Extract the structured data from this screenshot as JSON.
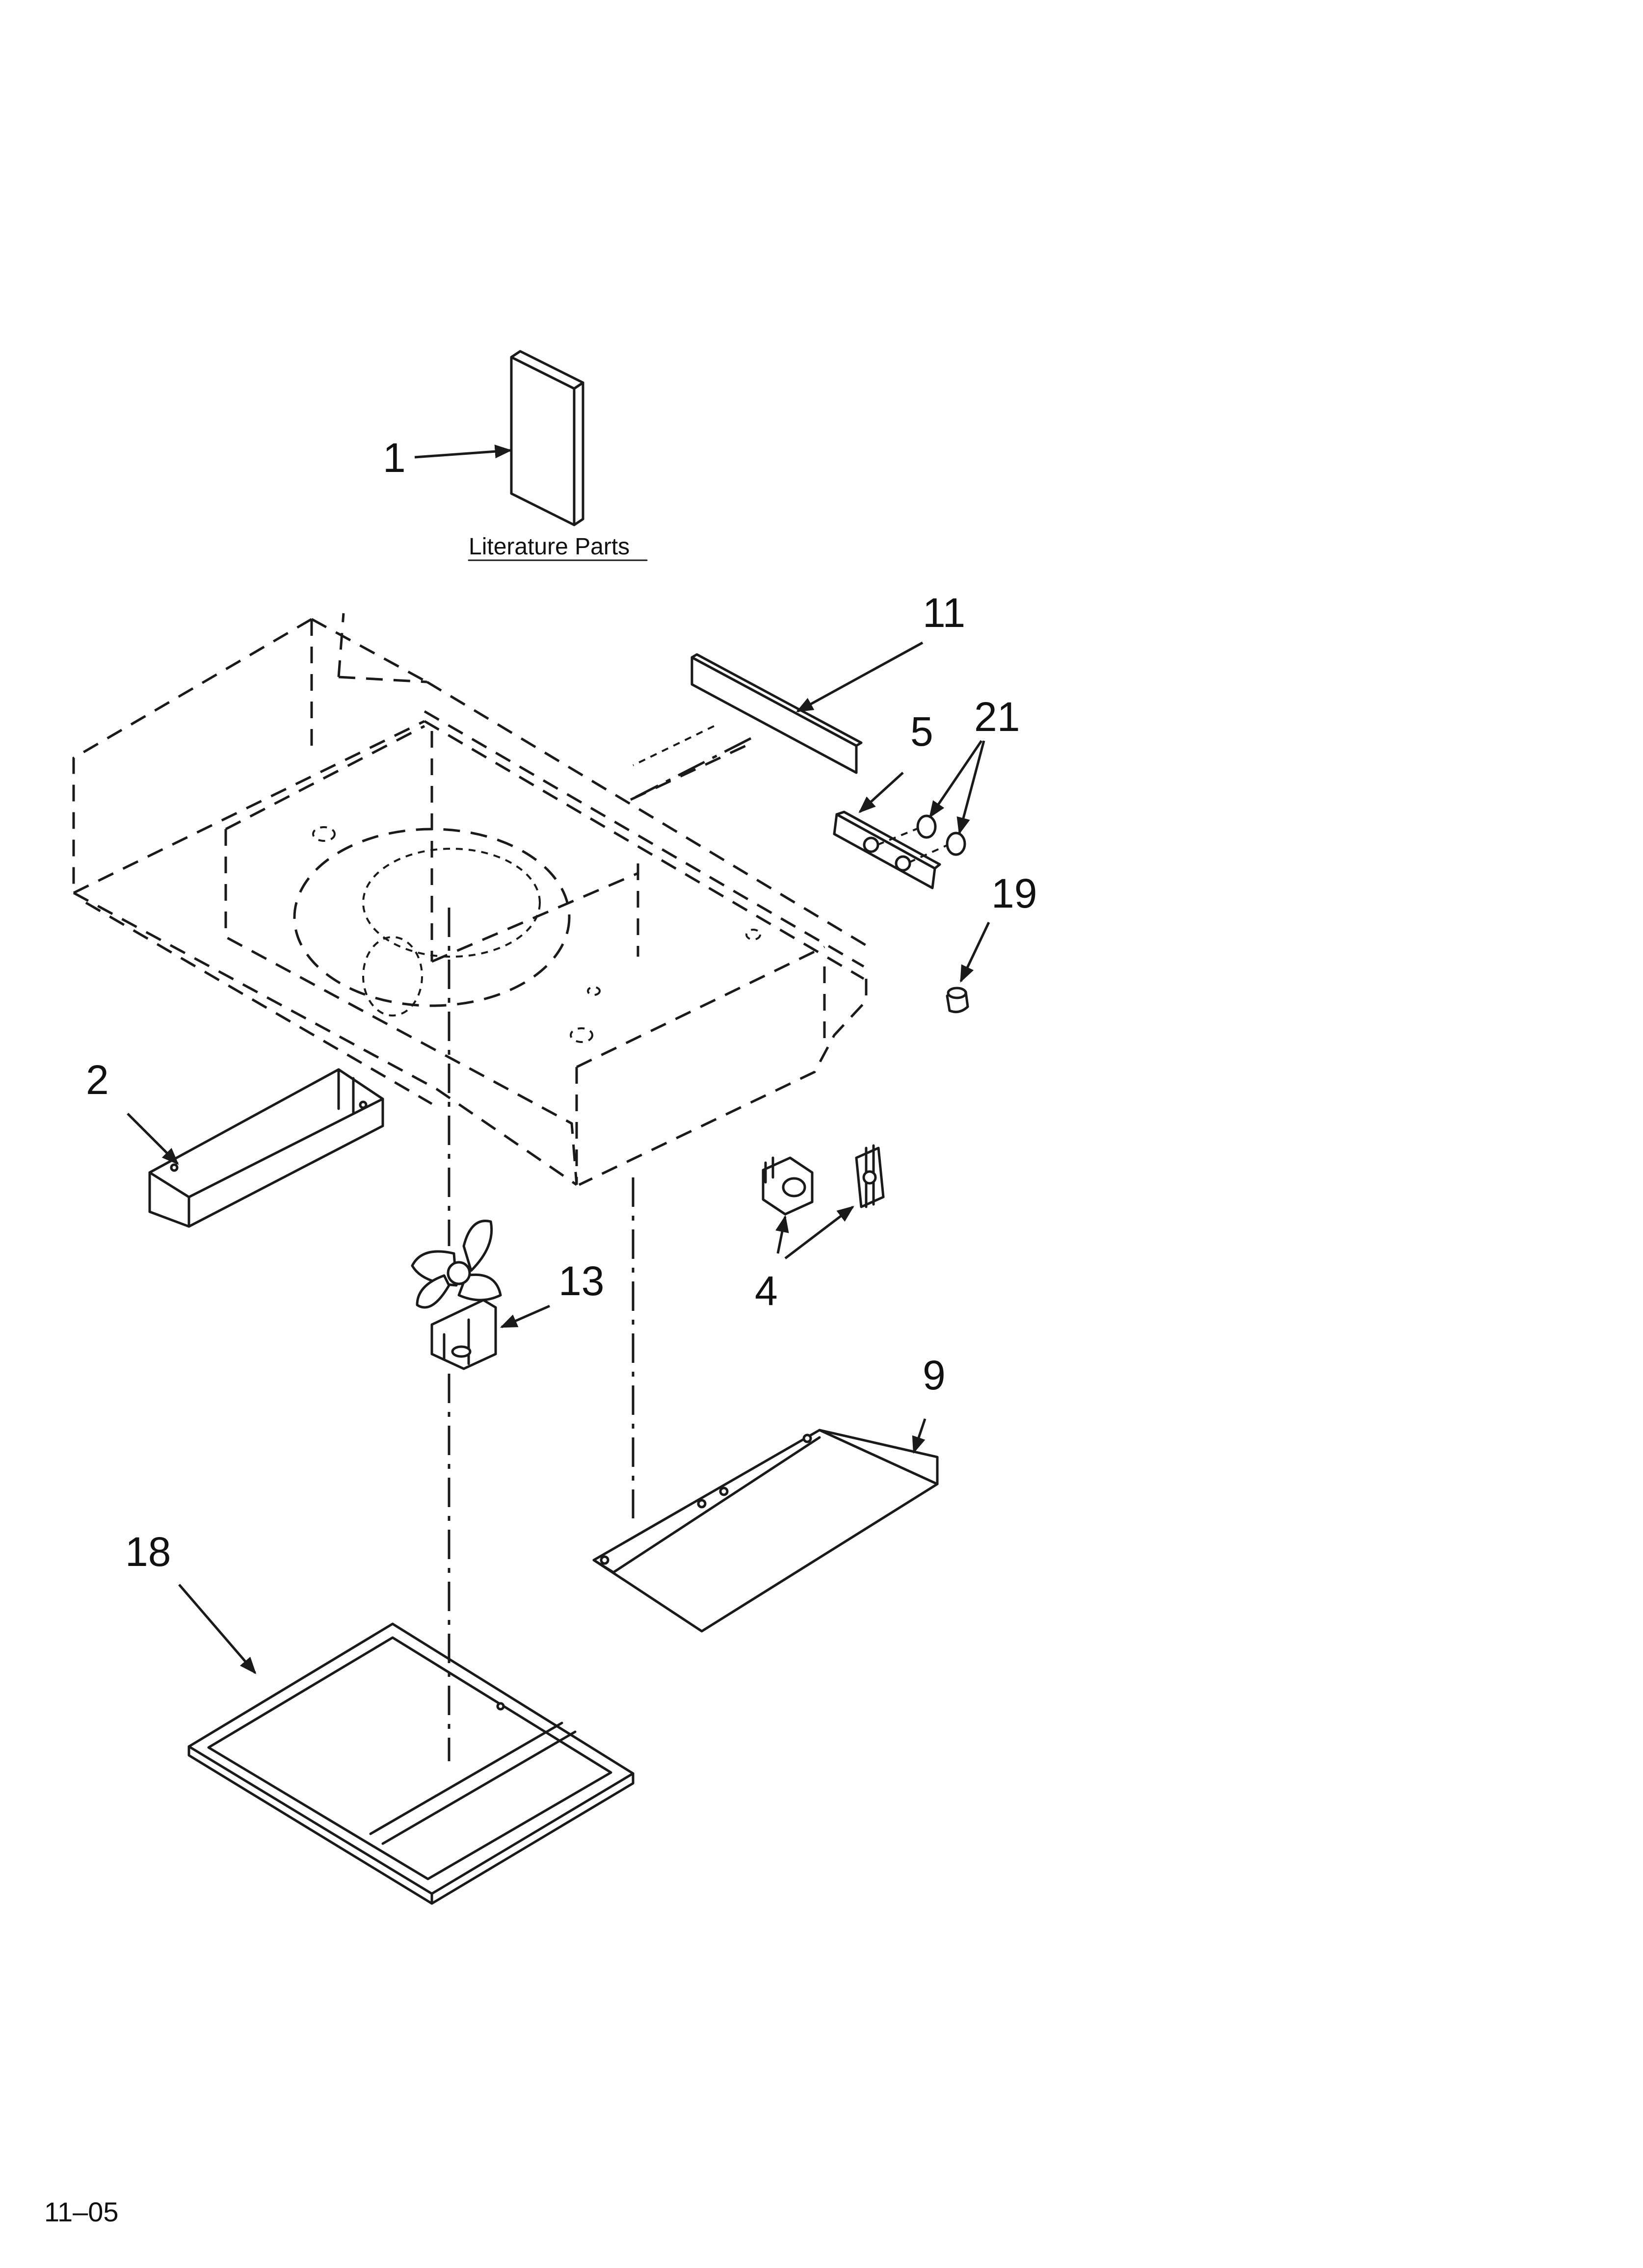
{
  "diagram": {
    "section_title": "Literature Parts",
    "footer_code": "11–05",
    "callouts": [
      {
        "id": "1",
        "label": "1"
      },
      {
        "id": "11",
        "label": "11"
      },
      {
        "id": "5",
        "label": "5"
      },
      {
        "id": "21",
        "label": "21"
      },
      {
        "id": "19",
        "label": "19"
      },
      {
        "id": "2",
        "label": "2"
      },
      {
        "id": "13",
        "label": "13"
      },
      {
        "id": "4",
        "label": "4"
      },
      {
        "id": "9",
        "label": "9"
      },
      {
        "id": "18",
        "label": "18"
      }
    ]
  }
}
